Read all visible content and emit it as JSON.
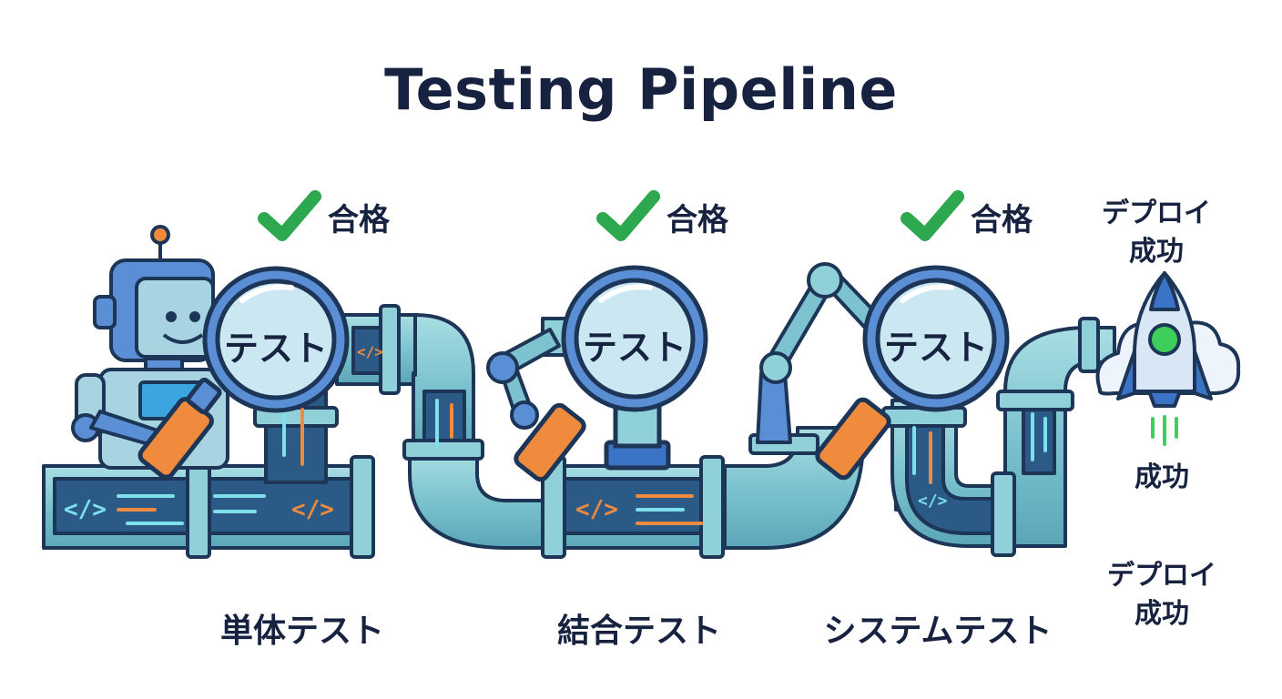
{
  "title": "Testing Pipeline",
  "lens_label": "テスト",
  "pass_label": "合格",
  "stages": [
    {
      "label": "単体テスト"
    },
    {
      "label": "結合テスト"
    },
    {
      "label": "システムテスト"
    }
  ],
  "deploy": {
    "top_line1": "デプロイ",
    "top_line2": "成功",
    "middle": "成功",
    "bottom_line1": "デプロイ",
    "bottom_line2": "成功"
  },
  "colors": {
    "pipe": "#7cc3cf",
    "pipe_dark": "#2c5a86",
    "outline": "#1d3557",
    "lens": "#cbe8f2",
    "handle": "#f08a3c",
    "check": "#2ea84f",
    "robot": "#5a8fd6",
    "rocket_light": "#d8e6f5",
    "rocket_blue": "#3b74c7",
    "rocket_window": "#3ecf5a"
  },
  "icons": [
    "robot-icon",
    "magnifier-icon",
    "check-icon",
    "rocket-icon",
    "robot-arm-icon",
    "code-tag-icon"
  ]
}
